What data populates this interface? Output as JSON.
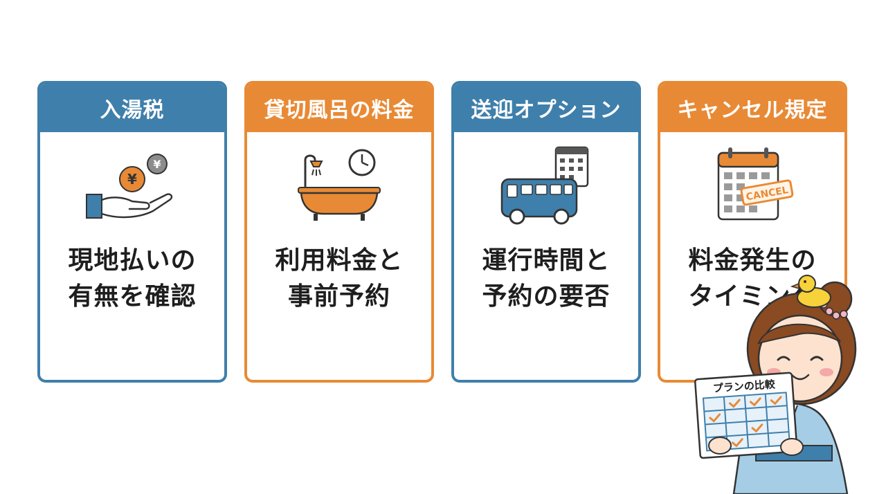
{
  "colors": {
    "blue": "#3f7fab",
    "orange": "#e88a35",
    "text": "#1e1e1e"
  },
  "cards": [
    {
      "header": "入湯税",
      "line1": "現地払いの",
      "line2": "有無を確認",
      "icon": "hand-yen-coins-icon",
      "theme": "blue"
    },
    {
      "header": "貸切風呂の料金",
      "line1": "利用料金と",
      "line2": "事前予約",
      "icon": "bathtub-clock-icon",
      "theme": "orange"
    },
    {
      "header": "送迎オプション",
      "line1": "運行時間と",
      "line2": "予約の要否",
      "icon": "bus-calendar-icon",
      "theme": "blue"
    },
    {
      "header": "キャンセル規定",
      "line1": "料金発生の",
      "line2": "タイミング",
      "icon": "calendar-cancel-icon",
      "theme": "orange"
    }
  ],
  "icons": {
    "yen_symbol": "¥",
    "cancel_stamp": "CANCEL"
  },
  "mascot": {
    "board_title": "プランの比較",
    "icon": "girl-in-yukata-with-duck-icon"
  }
}
